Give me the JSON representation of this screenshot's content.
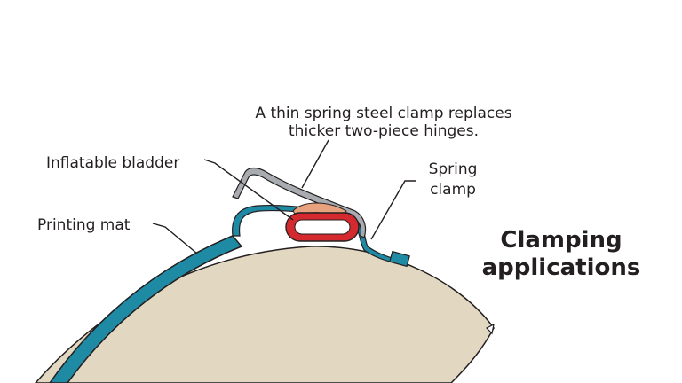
{
  "title": {
    "line1": "Clamping",
    "line2": "applications"
  },
  "callouts": {
    "steel_clamp": {
      "line1": "A thin spring steel clamp replaces",
      "line2": "thicker two-piece hinges."
    },
    "bladder": "Inflatable bladder",
    "spring_clamp": {
      "line1": "Spring",
      "line2": "clamp"
    },
    "mat": "Printing mat"
  },
  "colors": {
    "cylinder": "#e2d7c1",
    "mat": "#1f8aa3",
    "bladder": "#d42a2f",
    "pad": "#e8a27d",
    "steel": "#a8acb0",
    "outline": "#231f20"
  }
}
